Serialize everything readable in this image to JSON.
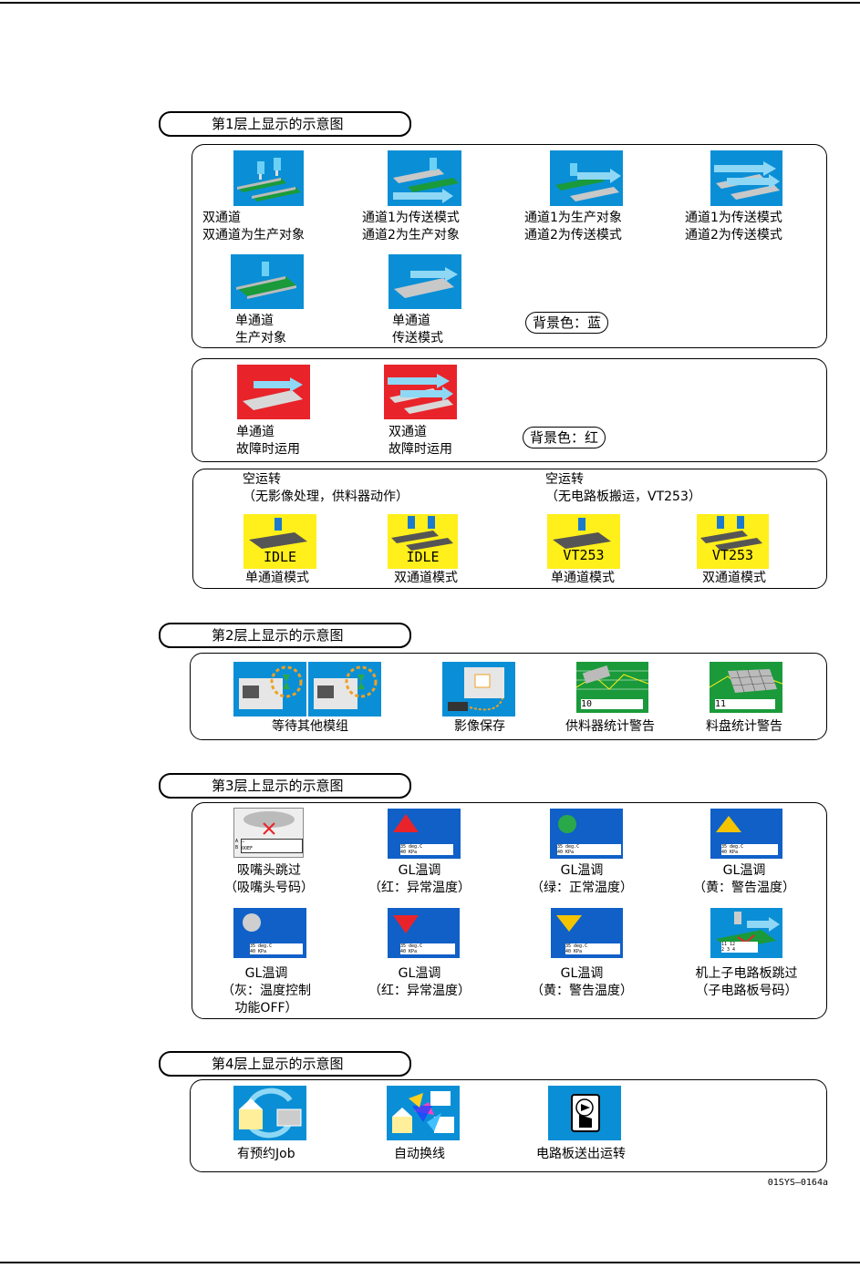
{
  "sections": {
    "l1": {
      "title": "第1层上显示的示意图"
    },
    "l2": {
      "title": "第2层上显示的示意图"
    },
    "l3": {
      "title": "第3层上显示的示意图"
    },
    "l4": {
      "title": "第4层上显示的示意图"
    }
  },
  "blue_panel": {
    "items": [
      {
        "line1": "双通道",
        "line2": "双通道为生产对象"
      },
      {
        "line1": "通道1为传送模式",
        "line2": "通道2为生产对象"
      },
      {
        "line1": "通道1为生产对象",
        "line2": "通道2为传送模式"
      },
      {
        "line1": "通道1为传送模式",
        "line2": "通道2为传送模式"
      },
      {
        "line1": "单通道",
        "line2": "生产对象"
      },
      {
        "line1": "单通道",
        "line2": "传送模式"
      }
    ],
    "bg_label": "背景色：蓝"
  },
  "red_panel": {
    "items": [
      {
        "line1": "单通道",
        "line2": "故障时运用"
      },
      {
        "line1": "双通道",
        "line2": "故障时运用"
      }
    ],
    "bg_label": "背景色：红"
  },
  "dry_panel": {
    "left_title": "空运转",
    "left_note": "（无影像处理，供料器动作）",
    "right_title": "空运转",
    "right_note": "（无电路板搬运，VT253）",
    "items": [
      {
        "badge": "IDLE",
        "caption": "单通道模式"
      },
      {
        "badge": "IDLE",
        "caption": "双通道模式"
      },
      {
        "badge": "VT253",
        "caption": "单通道模式"
      },
      {
        "badge": "VT253",
        "caption": "双通道模式"
      }
    ]
  },
  "layer2": {
    "items": [
      {
        "caption": "等待其他模组"
      },
      {
        "caption": "影像保存"
      },
      {
        "caption": "供料器统计警告",
        "box": "10"
      },
      {
        "caption": "料盘统计警告",
        "box": "11"
      }
    ]
  },
  "layer3": {
    "nozzle_box": [
      "—",
      "OOEF"
    ],
    "nozzle_letters": [
      "A",
      "B"
    ],
    "temp_lines": [
      "35 deg.C",
      "40 KPa"
    ],
    "board_lines": [
      "11 12",
      "2 3 4"
    ],
    "items": [
      {
        "line1": "吸嘴头跳过",
        "line2": "（吸嘴头号码）",
        "line3": ""
      },
      {
        "line1": "GL温调",
        "line2": "（红：异常温度）",
        "line3": ""
      },
      {
        "line1": "GL温调",
        "line2": "（绿：正常温度）",
        "line3": ""
      },
      {
        "line1": "GL温调",
        "line2": "（黄：警告温度）",
        "line3": ""
      },
      {
        "line1": "GL温调",
        "line2": "（灰：温度控制",
        "line3": "功能OFF）"
      },
      {
        "line1": "GL温调",
        "line2": "（红：异常温度）",
        "line3": ""
      },
      {
        "line1": "GL温调",
        "line2": "（黄：警告温度）",
        "line3": ""
      },
      {
        "line1": "机上子电路板跳过",
        "line2": "（子电路板号码）",
        "line3": ""
      }
    ]
  },
  "layer4": {
    "items": [
      {
        "caption": "有预约Job"
      },
      {
        "caption": "自动换线"
      },
      {
        "caption": "电路板送出运转"
      }
    ]
  },
  "reference": "01SYS–0164a",
  "colors": {
    "blue_bg": "#0a8fd6",
    "red_bg": "#e8242a",
    "yellow_bg": "#ffef1a",
    "dark_blue_bg": "#1060c8",
    "green_board": "#1a9a3a",
    "arrow_cyan": "#8fd8f5"
  }
}
